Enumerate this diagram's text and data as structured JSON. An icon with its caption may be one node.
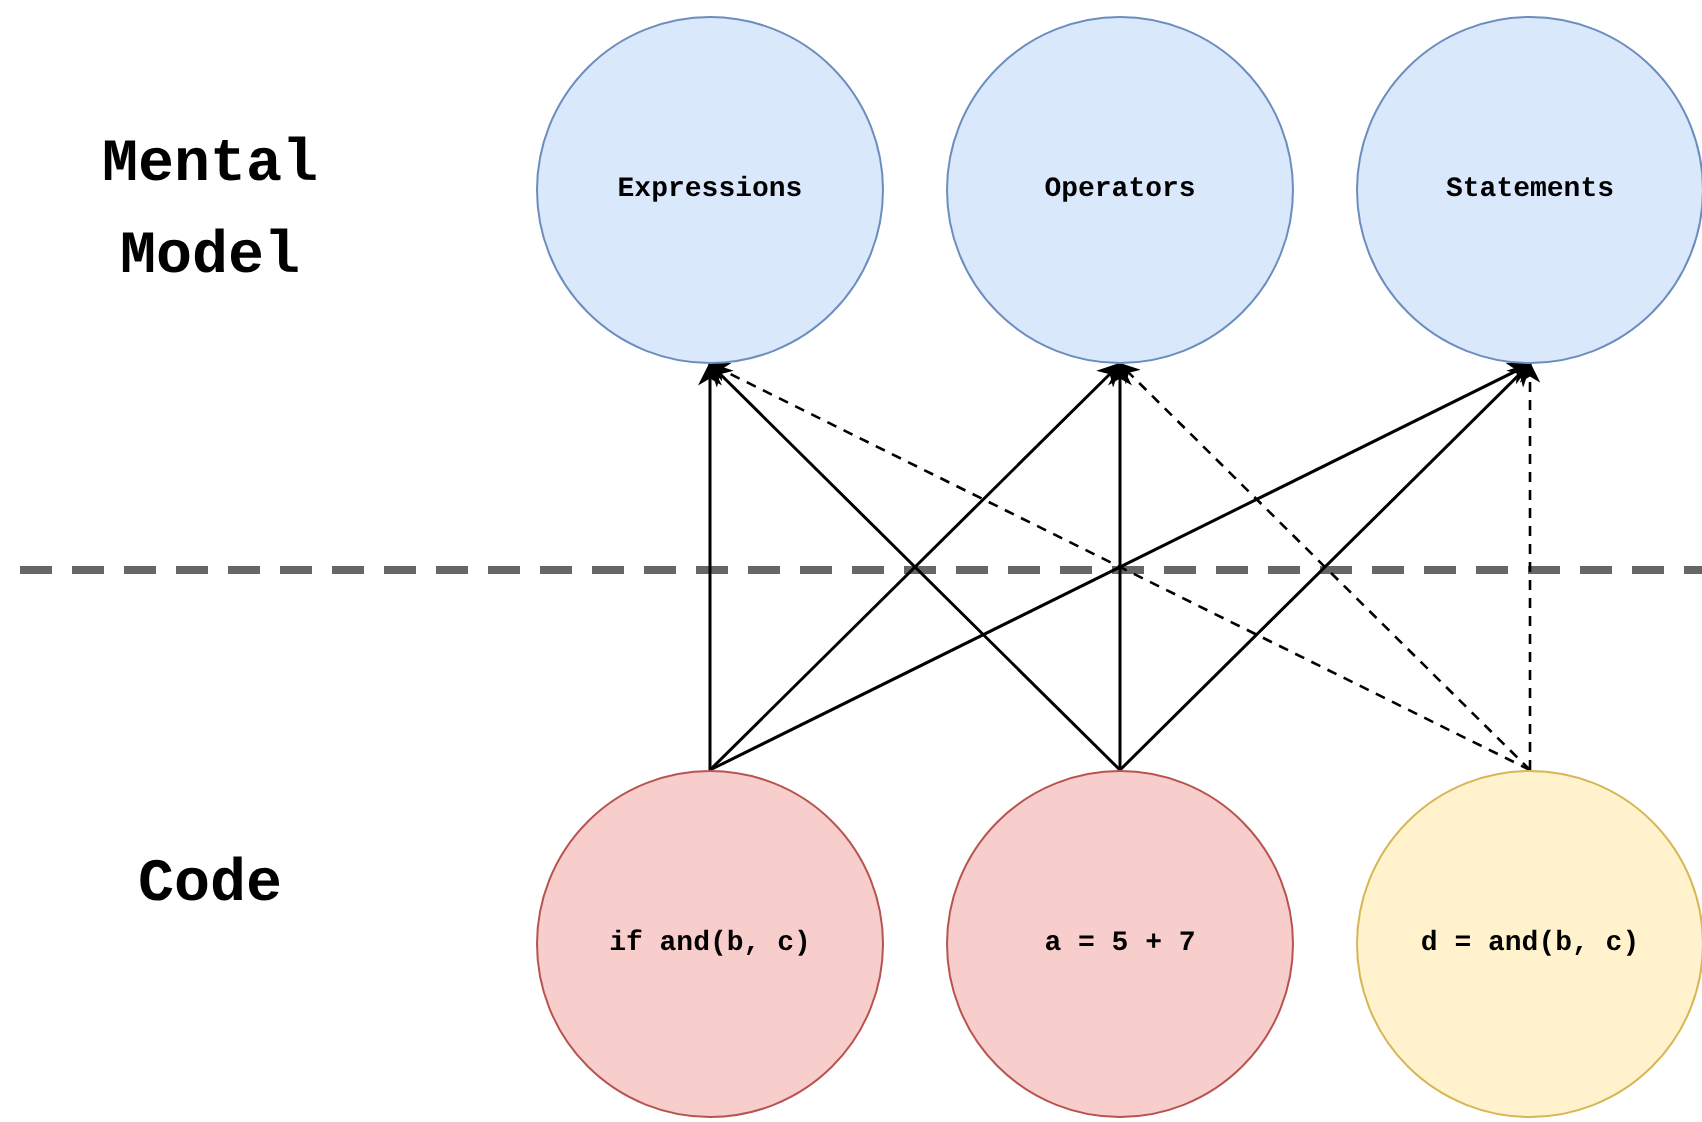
{
  "diagram": {
    "nodes": [
      {
        "text": [
          "Expressions"
        ]
      },
      {
        "text": [
          "Operators"
        ]
      },
      {
        "text": [
          "Statements"
        ]
      },
      {
        "text": [
          "if and(b, c)"
        ]
      },
      {
        "text": [
          "a = 5 + 7"
        ]
      },
      {
        "text": [
          "d = and(b, c)"
        ]
      }
    ],
    "edges": [
      {
        "from": 3,
        "to": 0,
        "arrow": "to"
      },
      {
        "from": 3,
        "to": 1,
        "arrow": "to"
      },
      {
        "from": 3,
        "to": 2,
        "arrow": "to"
      },
      {
        "from": 4,
        "to": 0,
        "arrow": "to"
      },
      {
        "from": 4,
        "to": 1,
        "arrow": "to"
      },
      {
        "from": 4,
        "to": 2,
        "arrow": "to"
      },
      {
        "from": 5,
        "to": 0,
        "arrow": "to",
        "style": "dashed"
      },
      {
        "from": 5,
        "to": 1,
        "arrow": "to",
        "style": "dashed"
      },
      {
        "from": 5,
        "to": 2,
        "arrow": "to",
        "style": "dashed"
      }
    ],
    "labels": [
      "Mental Model",
      "Code"
    ]
  }
}
